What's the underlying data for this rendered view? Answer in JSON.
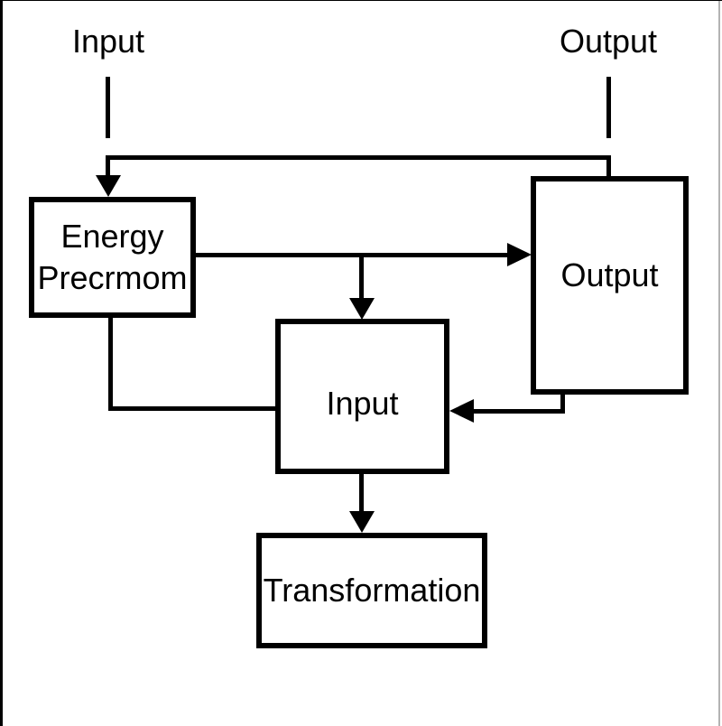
{
  "diagram": {
    "type": "flow-diagram",
    "colors": {
      "stroke": "#000000",
      "background": "#ffffff",
      "frame_edge": "#b3b3b3"
    },
    "labels": {
      "input_top": "Input",
      "output_top": "Output"
    },
    "nodes": {
      "energy": {
        "line1": "Energy",
        "line2": "Precrmom"
      },
      "output": {
        "label": "Output"
      },
      "input": {
        "label": "Input"
      },
      "transformation": {
        "label": "Transformation"
      }
    },
    "connections": [
      {
        "from": "Input label",
        "to": "Energy Precrmom box",
        "via": "top rail",
        "arrowhead": "into Energy Precrmom top"
      },
      {
        "from": "Output label",
        "to": "Output box",
        "via": "top rail",
        "arrowhead": "none"
      },
      {
        "from": "Energy Precrmom right",
        "to": "Output box left",
        "arrowhead": "into Output left"
      },
      {
        "from": "Energy Precrmom to Output line (branch)",
        "to": "Input box top",
        "arrowhead": "into Input top"
      },
      {
        "from": "Energy Precrmom bottom",
        "to": "Input box left",
        "arrowhead": "none"
      },
      {
        "from": "Output box bottom",
        "to": "Input box right",
        "arrowhead": "into Input right"
      },
      {
        "from": "Input box bottom",
        "to": "Transformation box top",
        "arrowhead": "into Transformation top"
      }
    ]
  }
}
